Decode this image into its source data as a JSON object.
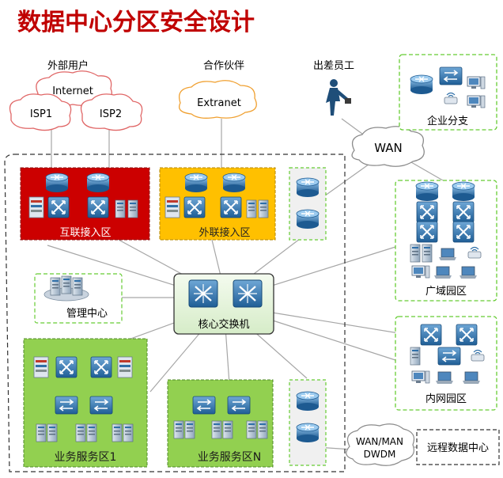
{
  "title": "数据中心分区安全设计",
  "labels": {
    "external_users": "外部用户",
    "partners": "合作伙伴",
    "traveling_staff": "出差员工",
    "internet": "Internet",
    "isp1": "ISP1",
    "isp2": "ISP2",
    "extranet": "Extranet",
    "wan": "WAN",
    "branch": "企业分支",
    "internet_access_zone": "互联接入区",
    "extranet_access_zone": "外联接入区",
    "wan_campus": "广域园区",
    "management_center": "管理中心",
    "core_switch": "核心交换机",
    "intranet_campus": "内网园区",
    "service_zone_1": "业务服务区1",
    "service_zone_n": "业务服务区N",
    "wan_man_dwdm_line1": "WAN/MAN",
    "wan_man_dwdm_line2": "DWDM",
    "remote_dc": "远程数据中心"
  },
  "colors": {
    "title": "#c00000",
    "internet_zone": "#cc0000",
    "extranet_zone": "#ffc000",
    "service_zone": "#92d050",
    "core_box": "#e2f0d9",
    "dash_green": "#66cc33",
    "cloud_stroke": "#e06666",
    "extranet_stroke": "#f0a030",
    "device_blue": "#2f6fa8",
    "link_gray": "#a6a6a6"
  }
}
